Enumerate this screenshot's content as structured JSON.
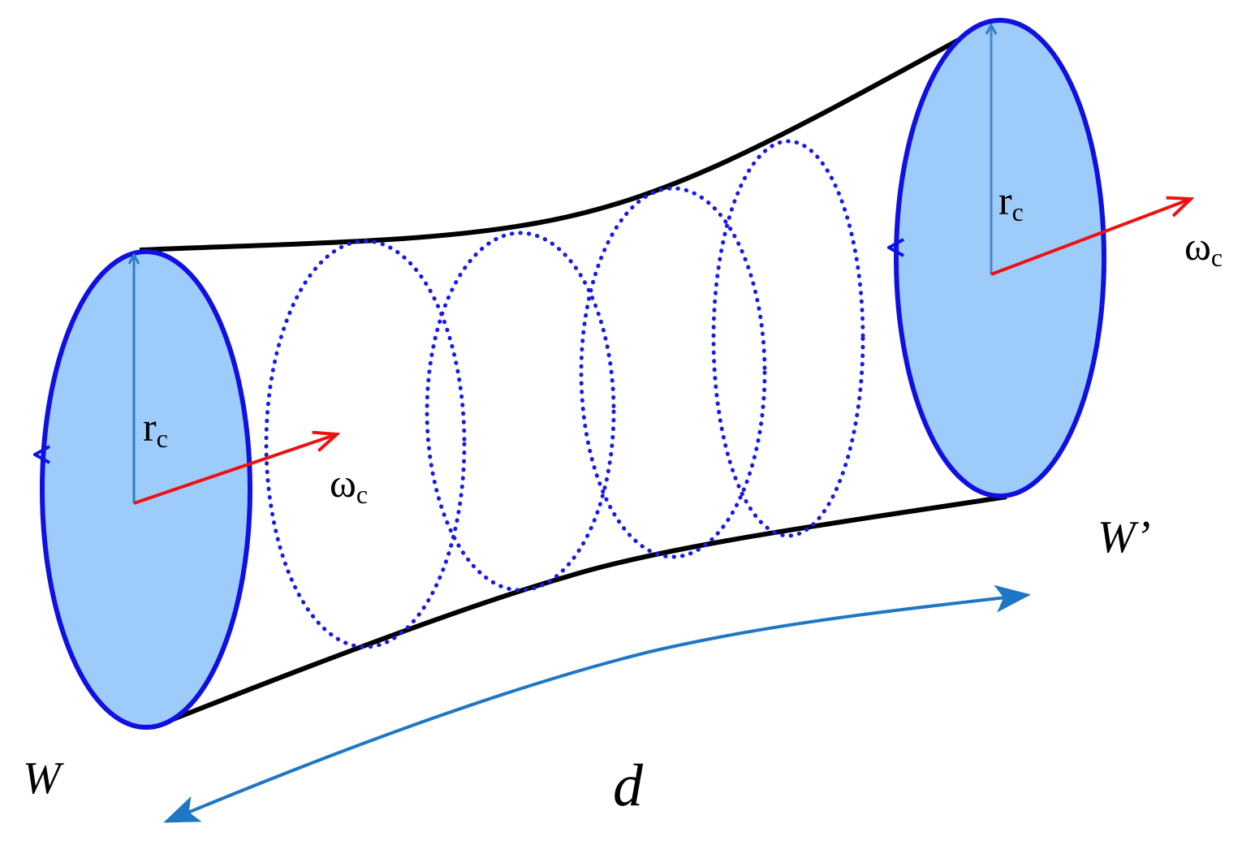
{
  "labels": {
    "radius_left": {
      "main": "r",
      "sub": "c"
    },
    "radius_right": {
      "main": "r",
      "sub": "c"
    },
    "omega_left": {
      "main": "ω",
      "sub": "c"
    },
    "omega_right": {
      "main": "ω",
      "sub": "c"
    },
    "loop_start": "W",
    "loop_end": "W’",
    "distance": "d"
  },
  "colors": {
    "loop_fill": "#9dcbfa",
    "loop_stroke": "#1010e0",
    "dotted_loop": "#1a1ae6",
    "tube_outline": "#000000",
    "radius_arrow": "#2a7fc0",
    "omega_arrow": "#ee1111",
    "distance_arrow": "#1f77c4"
  }
}
